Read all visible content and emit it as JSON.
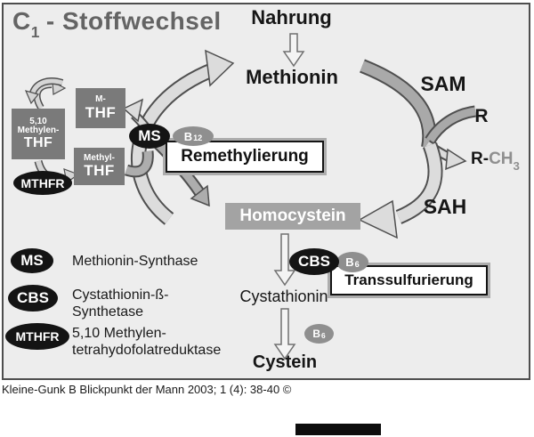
{
  "title": {
    "base": "C",
    "sub": "1",
    "rest": "- Stoffwechsel"
  },
  "caption": "Kleine-Gunk B Blickpunkt der Mann 2003; 1 (4): 38-40 ©",
  "nodes": {
    "nahrung": "Nahrung",
    "methionin": "Methionin",
    "sam": "SAM",
    "r": "R",
    "rch3": {
      "base": "R-",
      "ch": "CH",
      "sub": "3"
    },
    "sah": "SAH",
    "homocystein": "Homocystein",
    "cystathionin": "Cystathionin",
    "cystein": "Cystein"
  },
  "folate": {
    "m_thf": {
      "line1": "M-",
      "line2": "THF"
    },
    "methylen_thf": {
      "line1": "5,10",
      "line2": "Methylen-",
      "line3": "THF"
    },
    "methyl_thf": {
      "line1": "Methyl-",
      "line2": "THF"
    }
  },
  "enzymes": {
    "ms": "MS",
    "mthfr": "MTHFR",
    "cbs": "CBS",
    "b12": {
      "base": "B",
      "sub": "12"
    },
    "b6": {
      "base": "B",
      "sub": "6"
    }
  },
  "pathways": {
    "remethylierung": "Remethylierung",
    "transsulfurierung": "Transsulfurierung"
  },
  "legend": {
    "items": [
      {
        "abbr": "MS",
        "line1": "Methionin-Synthase",
        "line2": ""
      },
      {
        "abbr": "CBS",
        "line1": "Cystathionin-ß-",
        "line2": "Synthetase"
      },
      {
        "abbr": "MTHFR",
        "line1": "5,10 Methylen-",
        "line2": "tetrahydofolatreduktase"
      }
    ]
  },
  "colors": {
    "background": "#ededed",
    "box_gray": "#7a7a7a",
    "homocystein_gray": "#a3a3a3",
    "enzyme_black": "#141414",
    "vitamin_gray": "#8f8f8f",
    "band_mid": "#a9a9a9",
    "band_light": "#dcdcdc",
    "title_gray": "#646464"
  }
}
